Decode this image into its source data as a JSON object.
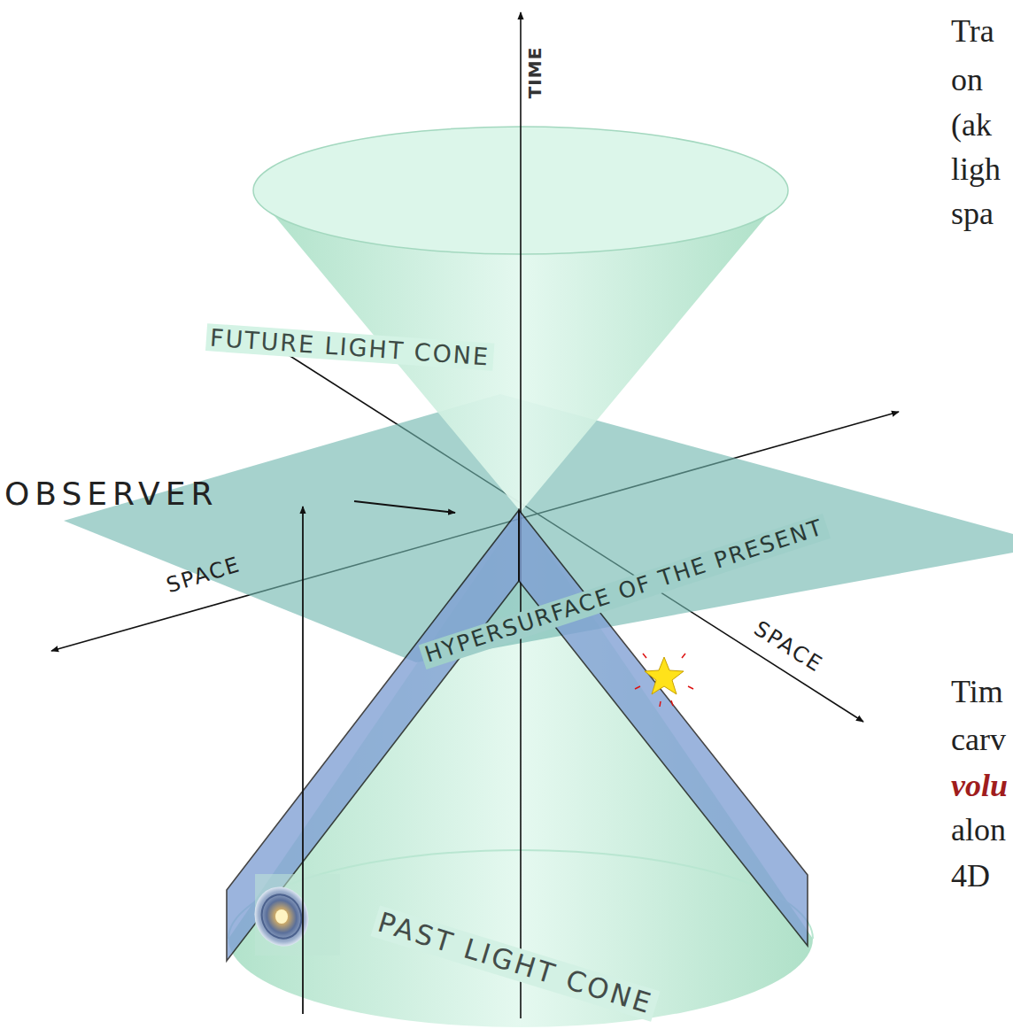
{
  "diagram": {
    "labels": [
      "TIME",
      "FUTURE LIGHT CONE",
      "OBSERVER",
      "SPACE",
      "HYPERSURFACE OF THE PRESENT",
      "SPACE",
      "PAST LIGHT CONE",
      "Tra",
      "on",
      "(ak",
      "ligh",
      "spa",
      "Tim",
      "carv",
      "volu",
      "alon",
      "4D"
    ]
  }
}
